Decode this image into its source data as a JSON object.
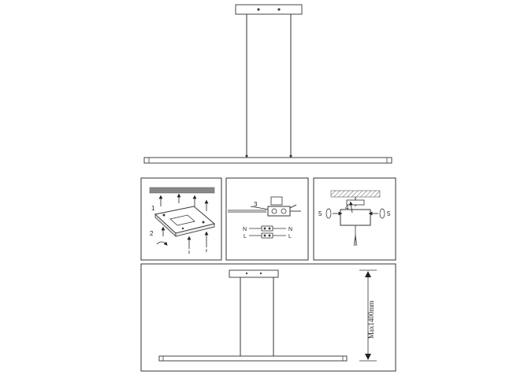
{
  "steps": {
    "s1": "1",
    "s2": "2",
    "s3": "3",
    "s4": "4",
    "s5_left": "5",
    "s5_right": "5"
  },
  "wiring": {
    "n_left": "N",
    "n_right": "N",
    "l_left": "L",
    "l_right": "L"
  },
  "dimension": {
    "max_drop": "Max1400mm"
  }
}
